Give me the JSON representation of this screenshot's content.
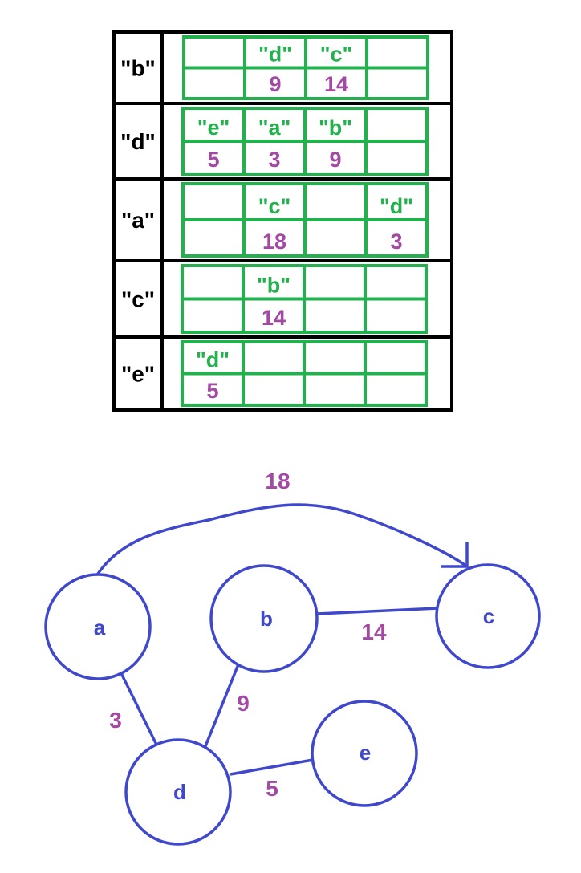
{
  "colors": {
    "table_border": "#000000",
    "bucket_border": "#22b14c",
    "key_text": "#22b14c",
    "value_text": "#a349a4",
    "graph": "#3f48cc",
    "weight_text": "#a349a4"
  },
  "hash_table": {
    "rows": [
      {
        "key": "\"b\"",
        "cells": [
          {
            "k": "",
            "v": ""
          },
          {
            "k": "\"d\"",
            "v": "9"
          },
          {
            "k": "\"c\"",
            "v": "14"
          },
          {
            "k": "",
            "v": ""
          }
        ]
      },
      {
        "key": "\"d\"",
        "cells": [
          {
            "k": "\"e\"",
            "v": "5"
          },
          {
            "k": "\"a\"",
            "v": "3"
          },
          {
            "k": "\"b\"",
            "v": "9"
          },
          {
            "k": "",
            "v": ""
          }
        ]
      },
      {
        "key": "\"a\"",
        "cells": [
          {
            "k": "",
            "v": ""
          },
          {
            "k": "\"c\"",
            "v": "18"
          },
          {
            "k": "",
            "v": ""
          },
          {
            "k": "\"d\"",
            "v": "3"
          }
        ]
      },
      {
        "key": "\"c\"",
        "cells": [
          {
            "k": "",
            "v": ""
          },
          {
            "k": "\"b\"",
            "v": "14"
          },
          {
            "k": "",
            "v": ""
          },
          {
            "k": "",
            "v": ""
          }
        ]
      },
      {
        "key": "\"e\"",
        "cells": [
          {
            "k": "\"d\"",
            "v": "5"
          },
          {
            "k": "",
            "v": ""
          },
          {
            "k": "",
            "v": ""
          },
          {
            "k": "",
            "v": ""
          }
        ]
      }
    ]
  },
  "graph": {
    "nodes": [
      {
        "id": "a",
        "label": "a"
      },
      {
        "id": "b",
        "label": "b"
      },
      {
        "id": "c",
        "label": "c"
      },
      {
        "id": "d",
        "label": "d"
      },
      {
        "id": "e",
        "label": "e"
      }
    ],
    "edges": [
      {
        "from": "a",
        "to": "c",
        "weight": "18",
        "directed": true
      },
      {
        "from": "b",
        "to": "c",
        "weight": "14",
        "directed": false
      },
      {
        "from": "a",
        "to": "d",
        "weight": "3",
        "directed": false
      },
      {
        "from": "b",
        "to": "d",
        "weight": "9",
        "directed": false
      },
      {
        "from": "d",
        "to": "e",
        "weight": "5",
        "directed": false
      }
    ]
  }
}
